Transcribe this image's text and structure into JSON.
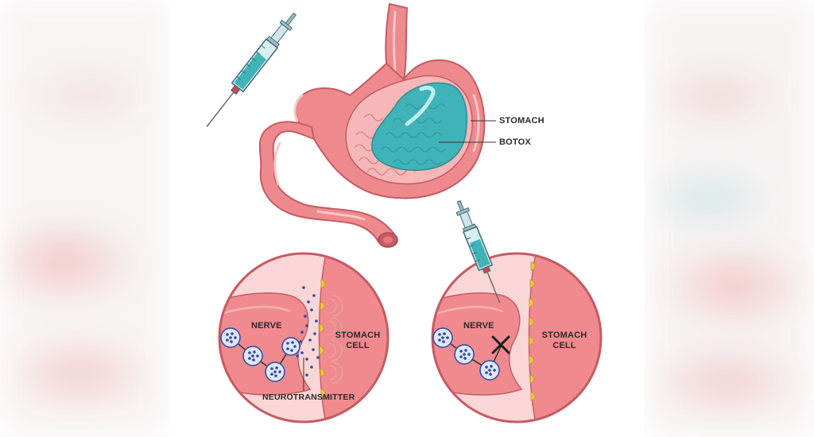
{
  "labels": {
    "stomach": "STOMACH",
    "botox": "BOTOX",
    "nerve_left": "NERVE",
    "stomach_cell_left_1": "STOMACH",
    "stomach_cell_left_2": "CELL",
    "neurotransmitter": "NEUROTRANSMITTER",
    "nerve_right": "NERVE",
    "stomach_cell_right_1": "STOMACH",
    "stomach_cell_right_2": "CELL"
  },
  "colors": {
    "stomach_outer": "#ee8a8e",
    "stomach_inner": "#f7b7b9",
    "stomach_dark": "#c45c63",
    "botox": "#3fb3b8",
    "cell": "#f08a8e",
    "nerve_bg": "#fbd6d6",
    "vesicle": "#2c4aa8",
    "receptor": "#f2c24a"
  }
}
